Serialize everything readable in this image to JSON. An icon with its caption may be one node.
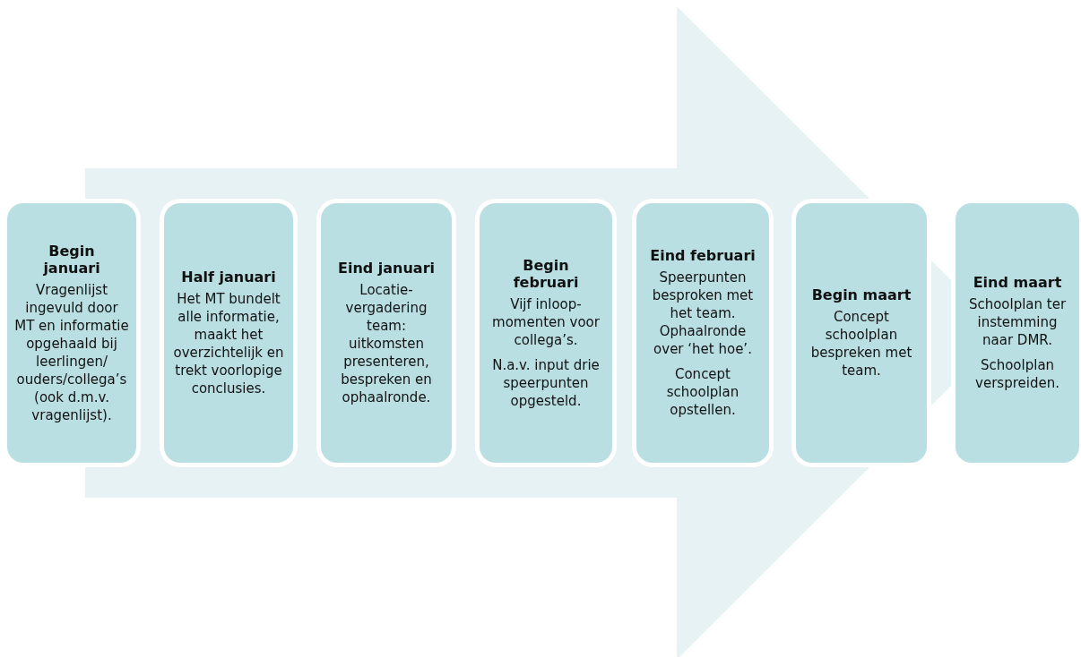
{
  "diagram": {
    "nodes": [
      {
        "text": [
          "Begin januari",
          "Vragenlijst ingevuld door MT en informatie opgehaald bij leerlingen/ ouders/collega’s  (ook d.m.v. vragenlijst)."
        ]
      },
      {
        "text": [
          "Half januari",
          "Het MT bundelt alle informatie, maakt het overzichtelijk en trekt voorlopige conclusies."
        ]
      },
      {
        "text": [
          "Eind januari",
          "Locatie-vergadering team: uitkomsten presenteren, bespreken en ophaalronde."
        ]
      },
      {
        "text": [
          "Begin februari",
          "Vijf inloop-momenten voor collega’s.",
          "N.a.v. input drie speerpunten opgesteld."
        ]
      },
      {
        "text": [
          "Eind februari",
          "Speerpunten besproken met het team. Ophaalronde over ‘het hoe’.",
          "Concept schoolplan opstellen."
        ]
      },
      {
        "text": [
          "Begin maart",
          "Concept schoolplan bespreken met team."
        ]
      },
      {
        "text": [
          "Eind maart",
          "Schoolplan ter instemming naar DMR.",
          "Schoolplan verspreiden."
        ]
      }
    ],
    "edges": [
      {
        "from": 0,
        "to": 6,
        "arrow": "to"
      }
    ]
  }
}
